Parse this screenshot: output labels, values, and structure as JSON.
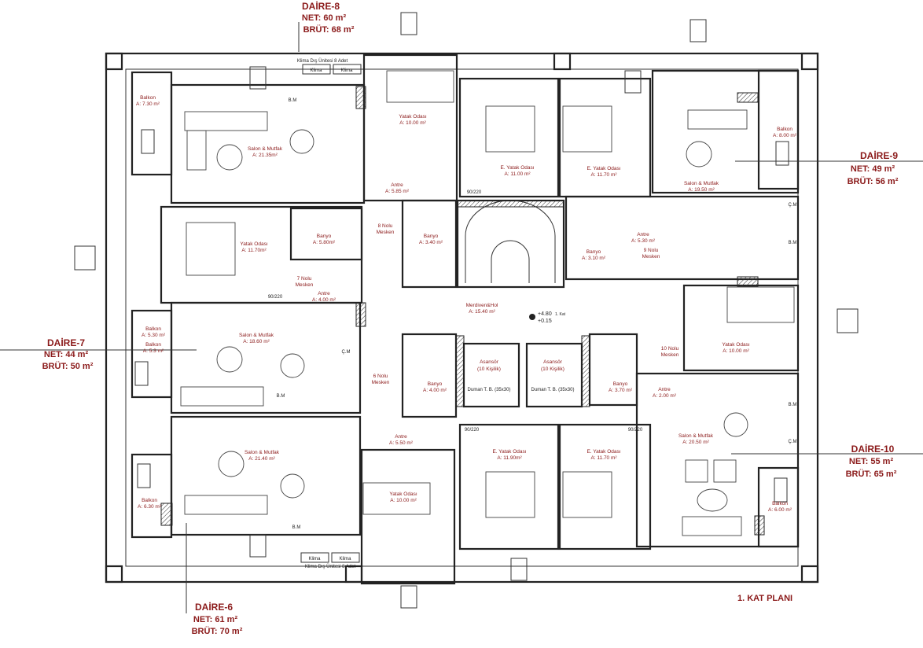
{
  "plan_title": "1. KAT PLANI",
  "callouts": [
    {
      "title": "DAİRE-8",
      "net": "NET: 60 m²",
      "brut": "BRÜT: 68 m²"
    },
    {
      "title": "DAİRE-9",
      "net": "NET: 49 m²",
      "brut": "BRÜT: 56 m²"
    },
    {
      "title": "DAİRE-7",
      "net": "NET: 44 m²",
      "brut": "BRÜT: 50 m²"
    },
    {
      "title": "DAİRE-10",
      "net": "NET: 55 m²",
      "brut": "BRÜT: 65 m²"
    },
    {
      "title": "DAİRE-6",
      "net": "NET: 61 m²",
      "brut": "BRÜT: 70 m²"
    }
  ],
  "rooms": [
    {
      "name": "Balkon",
      "area": "A: 7.30 m²"
    },
    {
      "name": "Salon & Mutfak",
      "area": "A: 21.35m²"
    },
    {
      "name": "Yatak Odası",
      "area": "A: 10.00 m²"
    },
    {
      "name": "Antre",
      "area": "A: 5.85 m²"
    },
    {
      "name": "Banyo",
      "area": "A: 5.80m²"
    },
    {
      "name": "8 Nolu",
      "area": "Mesken"
    },
    {
      "name": "Banyo",
      "area": "A: 3.40 m²"
    },
    {
      "name": "Yatak Odası",
      "area": "A: 11.70m²"
    },
    {
      "name": "7 Nolu",
      "area": "Mesken"
    },
    {
      "name": "Antre",
      "area": "A: 4.00 m²"
    },
    {
      "name": "Balkon",
      "area": "A: 5.30 m²"
    },
    {
      "name": "Balkon",
      "area": "A: 5.3 m²"
    },
    {
      "name": "Salon & Mutfak",
      "area": "A: 18.60 m²"
    },
    {
      "name": "6 Nolu",
      "area": "Mesken"
    },
    {
      "name": "Banyo",
      "area": "A: 4.00 m²"
    },
    {
      "name": "Antre",
      "area": "A: 5.50 m²"
    },
    {
      "name": "Salon & Mutfak",
      "area": "A: 21.40 m²"
    },
    {
      "name": "Yatak Odası",
      "area": "A: 10.00 m²"
    },
    {
      "name": "Balkon",
      "area": "A: 6.30 m²"
    },
    {
      "name": "Merdiven&Hol",
      "area": "A: 15.40 m²"
    },
    {
      "name": "E. Yatak Odası",
      "area": "A: 11.00 m²"
    },
    {
      "name": "E. Yatak Odası",
      "area": "A: 11.70 m²"
    },
    {
      "name": "Salon & Mutfak",
      "area": "A: 19.50 m²"
    },
    {
      "name": "Balkon",
      "area": "A: 8.00 m²"
    },
    {
      "name": "Antre",
      "area": "A: 5.30 m²"
    },
    {
      "name": "9 Nolu",
      "area": "Mesken"
    },
    {
      "name": "Banyo",
      "area": "A: 3.10 m²"
    },
    {
      "name": "Yatak Odası",
      "area": "A: 10.00 m²"
    },
    {
      "name": "10 Nolu",
      "area": "Mesken"
    },
    {
      "name": "Banyo",
      "area": "A: 3.70 m²"
    },
    {
      "name": "Antre",
      "area": "A: 2.00 m²"
    },
    {
      "name": "Salon & Mutfak",
      "area": "A: 20.50 m²"
    },
    {
      "name": "Balkon",
      "area": "A: 6.00 m²"
    },
    {
      "name": "E. Yatak Odası",
      "area": "A: 11.90m²"
    },
    {
      "name": "E. Yatak Odası",
      "area": "A: 11.70 m²"
    }
  ],
  "elevators": [
    {
      "name": "Asansör",
      "capacity": "(10 Kişilik)",
      "shaft": "Duman T. B. (35x30)"
    },
    {
      "name": "Asansör",
      "capacity": "(10 Kişilik)",
      "shaft": "Duman T. B. (35x30)"
    }
  ],
  "level": {
    "elevation": "+4.80",
    "floor": "1. Kat",
    "relative": "+0.15"
  },
  "ac_units": {
    "caption": "Klima Dış Ünitesi 8 Adet",
    "unit": "Klima"
  },
  "fixtures": {
    "washer": "B.M",
    "dishwasher": "Ç.M"
  },
  "door_size": "90/220"
}
